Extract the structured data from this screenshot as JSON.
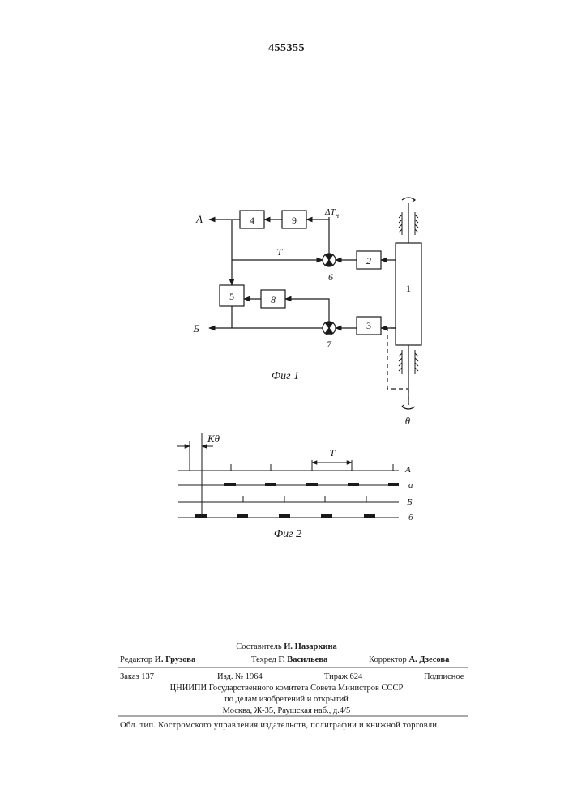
{
  "patent_number": "455355",
  "figure1": {
    "caption": "Фиг 1",
    "blocks": {
      "b1": "1",
      "b2": "2",
      "b3": "3",
      "b4": "4",
      "b5": "5",
      "b8": "8",
      "b9": "9"
    },
    "comparators": {
      "c6": "6",
      "c7": "7"
    },
    "outputs": {
      "a": "А",
      "b": "Б"
    },
    "line_label_t": "Т",
    "input_label": "ΔТ",
    "input_subscript": "н",
    "shaft_label": "θ"
  },
  "figure2": {
    "caption": "Фиг 2",
    "kth_label": "Кθ",
    "period_label": "Т",
    "row_labels": [
      "А",
      "а",
      "Б",
      "б"
    ]
  },
  "imprint": {
    "compiler_prefix": "Составитель",
    "compiler_name": "И. Назаркина",
    "editor_prefix": "Редактор",
    "editor_name": "И. Грузова",
    "techred_prefix": "Техред",
    "techred_name": "Г. Васильева",
    "corrector_prefix": "Корректор",
    "corrector_name": "А. Дзесова",
    "order": "Заказ 137",
    "edition": "Изд. № 1964",
    "print_run": "Тираж 624",
    "subscription": "Подписное",
    "org_line1": "ЦНИИПИ Государственного комитета Совета Министров СССР",
    "org_line2": "по делам изобретений и открытий",
    "org_line3": "Москва, Ж-35, Раушская наб., д.4/5",
    "printer": "Обл. тип. Костромского управления издательств, полиграфии и книжной торговли"
  }
}
